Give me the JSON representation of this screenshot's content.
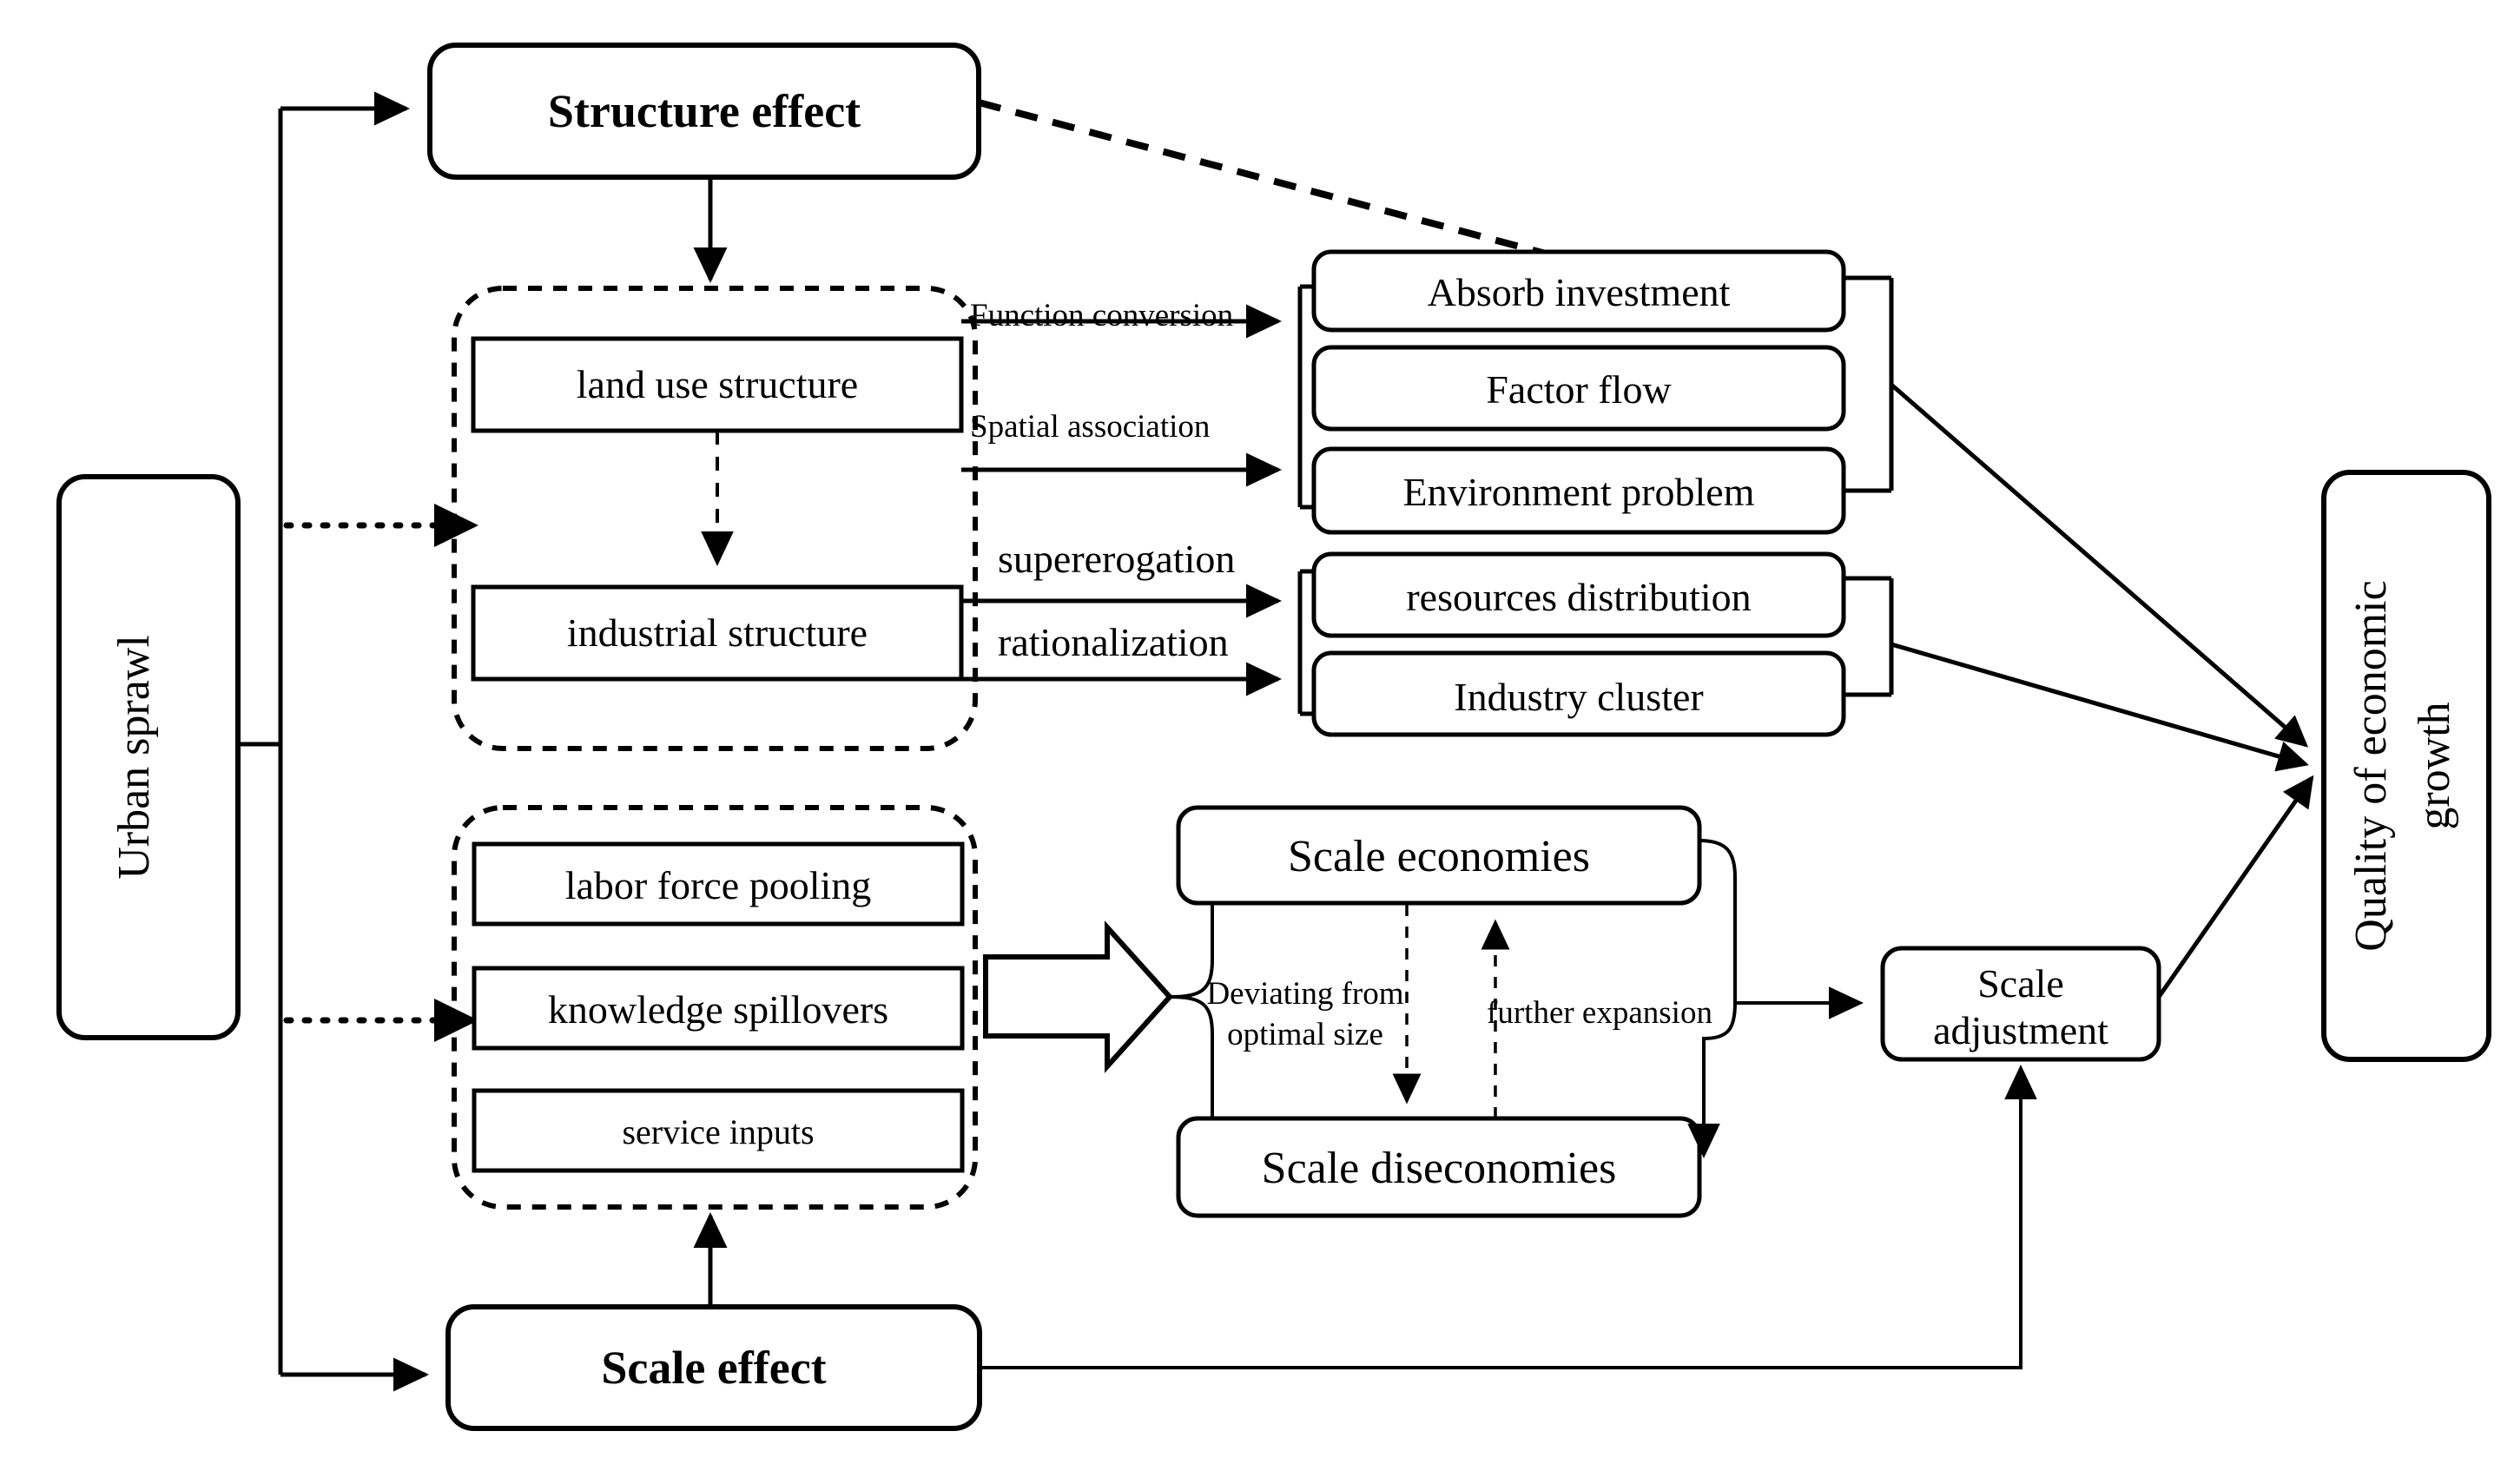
{
  "diagram": {
    "title": "Mechanism of urban sprawl affecting quality of economic growth",
    "nodes": {
      "urban_sprawl": "Urban sprawl",
      "structure_effect": "Structure effect",
      "scale_effect": "Scale effect",
      "land_use_structure": "land use structure",
      "industrial_structure": "industrial structure",
      "absorb_investment": "Absorb investment",
      "factor_flow": "Factor flow",
      "environment_problem": "Environment problem",
      "resources_distribution": "resources distribution",
      "industry_cluster": "Industry cluster",
      "labor_force_pooling": "labor force pooling",
      "knowledge_spillovers": "knowledge spillovers",
      "service_inputs": "service inputs",
      "scale_economies": "Scale economies",
      "scale_diseconomies": "Scale diseconomies",
      "scale_adjustment_line1": "Scale",
      "scale_adjustment_line2": "adjustment",
      "quality_line1": "Quality of economic",
      "quality_line2": "growth"
    },
    "edge_labels": {
      "function_conversion": "Function conversion",
      "spatial_association": "Spatial  association",
      "supererogation": "supererogation",
      "rationalization": "rationalization",
      "deviating_line1": "Deviating from",
      "deviating_line2": "optimal size",
      "further_expansion": "further expansion"
    },
    "colors": {
      "stroke": "#000000",
      "fill": "#ffffff",
      "background": "#ffffff"
    }
  }
}
